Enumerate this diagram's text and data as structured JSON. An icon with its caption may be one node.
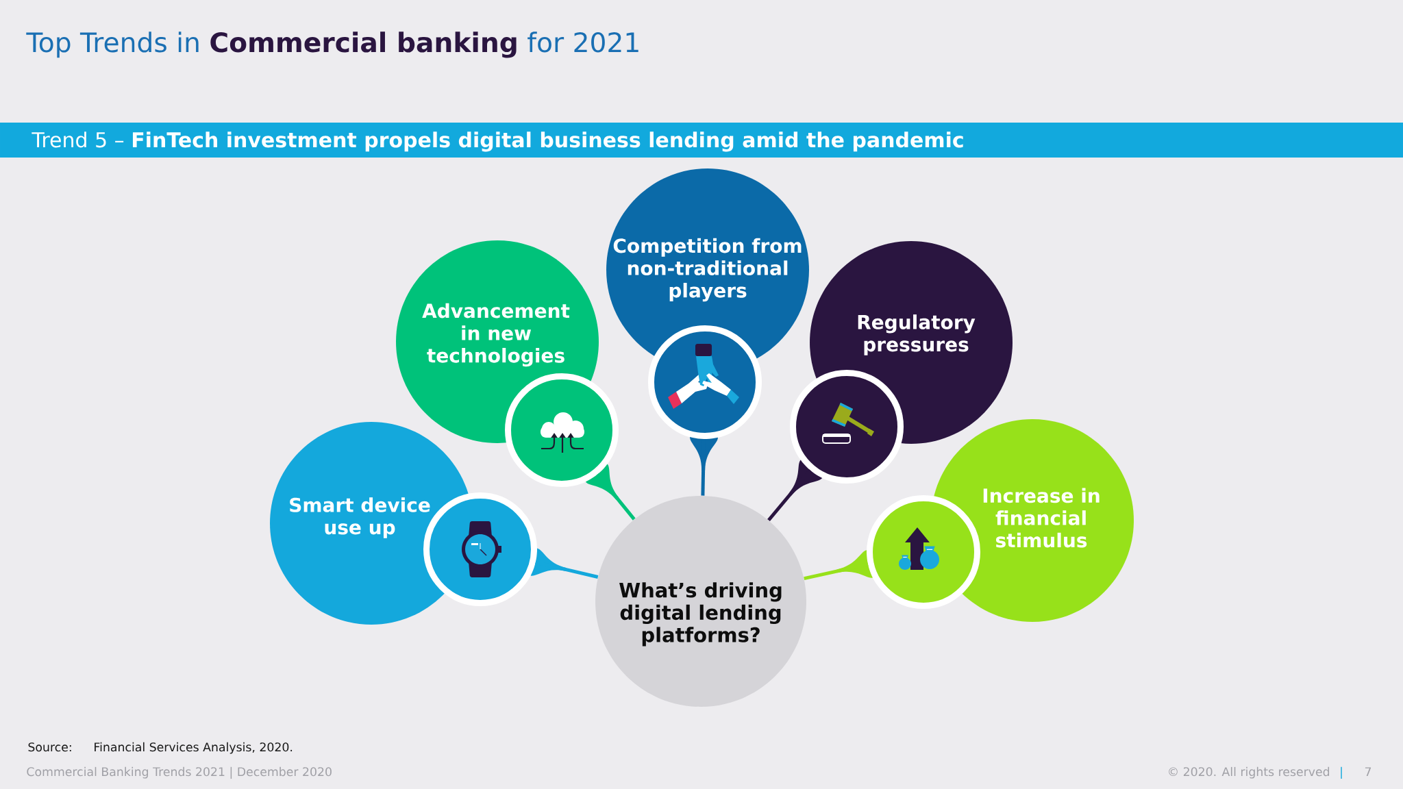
{
  "diagram": {
    "title": "Top Trends in **Commercial banking** for 2021",
    "nodes": [
      {
        "text": [
          "Trend 5 – **FinTech investment propels digital business lending amid the pandemic**"
        ]
      },
      {
        "text": [
          "Smart device use up"
        ]
      },
      {
        "text": [],
        "shape": "circle"
      },
      {
        "text": [
          "Advancement in new technologies"
        ]
      },
      {
        "text": [],
        "shape": "circle"
      },
      {
        "text": [
          "Competition from non-traditional players"
        ]
      },
      {
        "text": [],
        "shape": "circle"
      },
      {
        "text": [
          "Regulatory pressures"
        ]
      },
      {
        "text": [],
        "shape": "circle"
      },
      {
        "text": [
          "Increase in financial stimulus"
        ]
      },
      {
        "text": [],
        "shape": "circle"
      },
      {
        "text": [
          "What’s driving digital lending platforms?"
        ]
      }
    ],
    "edges": [
      {
        "from": 2,
        "to": 11,
        "arrow": "none",
        "color": "#14a8dc"
      },
      {
        "from": 4,
        "to": 11,
        "arrow": "none",
        "color": "#00c27a"
      },
      {
        "from": 6,
        "to": 11,
        "arrow": "none",
        "color": "#0b6aa8"
      },
      {
        "from": 8,
        "to": 11,
        "arrow": "none",
        "color": "#2a1540"
      },
      {
        "from": 10,
        "to": 11,
        "arrow": "none",
        "color": "#97e11a"
      }
    ],
    "labels": [
      "Source:",
      "Financial Services Analysis, 2020.",
      "Commercial Banking Trends 2021 | December 2020",
      "© 2020. All rights reserved",
      "|",
      "7"
    ]
  }
}
